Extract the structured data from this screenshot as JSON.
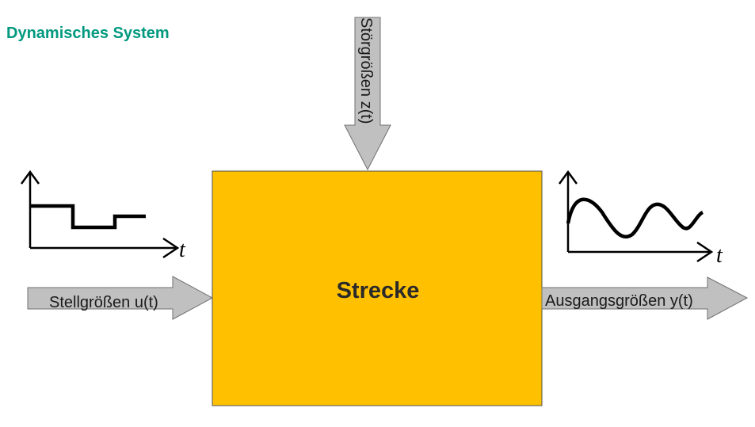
{
  "title": "Dynamisches System",
  "block": {
    "label": "Strecke",
    "color": "#FFC000"
  },
  "arrows": {
    "input_label": "Stellgrößen u(t)",
    "output_label": "Ausgangsgrößen y(t)",
    "disturbance_label": "Störgrößen z(t)",
    "fill_color": "#C0C0C0"
  },
  "input_plot": {
    "axis_label": "t",
    "signal_shape": "step"
  },
  "output_plot": {
    "axis_label": "t",
    "signal_shape": "damped-oscillation"
  },
  "colors": {
    "title": "#009980",
    "text": "#1A1A1A",
    "stroke": "#000000"
  }
}
